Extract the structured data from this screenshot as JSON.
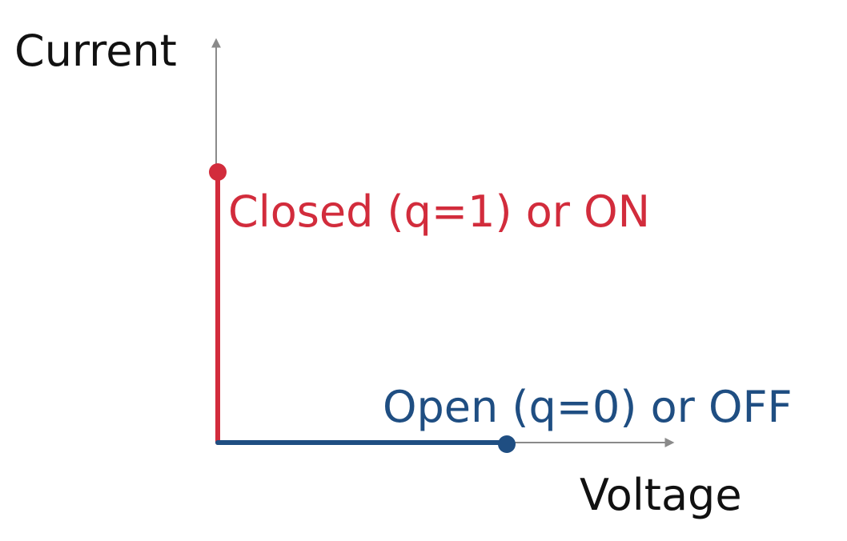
{
  "axes": {
    "y_label": "Current",
    "x_label": "Voltage",
    "axis_color": "#8a8a8a"
  },
  "states": {
    "closed": {
      "label": "Closed (q=1) or ON",
      "color": "#d22c3c"
    },
    "open": {
      "label": "Open (q=0) or OFF",
      "color": "#1f4e82"
    }
  },
  "text_color": "#111111"
}
